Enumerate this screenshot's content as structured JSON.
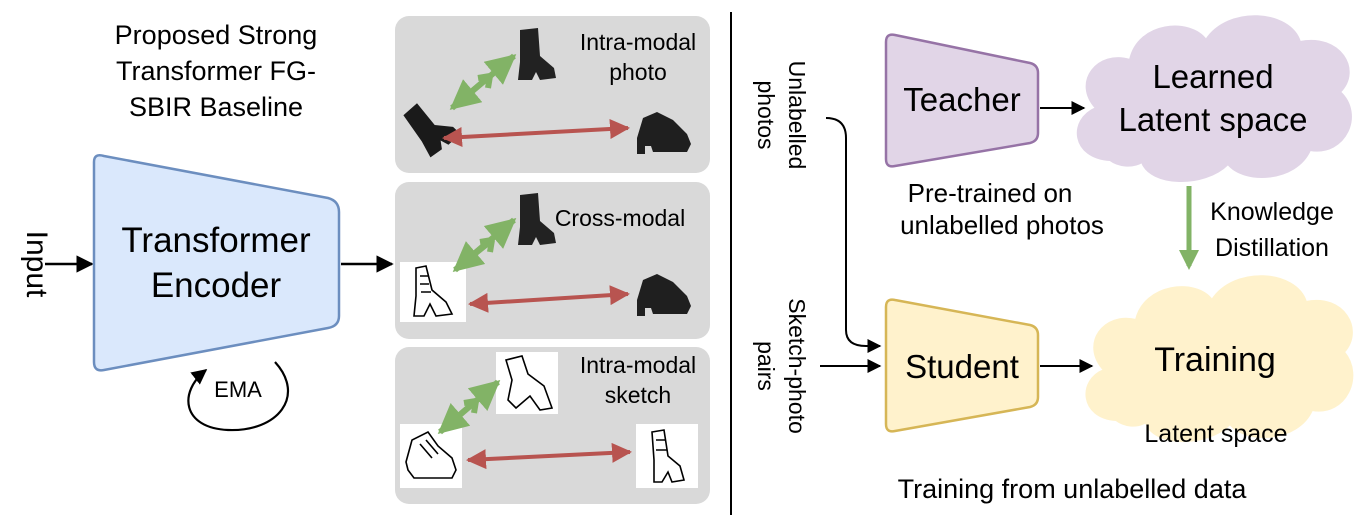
{
  "left": {
    "title_lines": [
      "Proposed Strong",
      "Transformer FG-",
      "SBIR Baseline"
    ],
    "input_label": "Input",
    "encoder_lines": [
      "Transformer",
      "Encoder"
    ],
    "ema_label": "EMA",
    "panels": [
      {
        "label_lines": [
          "Intra-modal",
          "photo"
        ]
      },
      {
        "label_lines": [
          "Cross-modal"
        ]
      },
      {
        "label_lines": [
          "Intra-modal",
          "sketch"
        ]
      }
    ]
  },
  "right": {
    "unlabelled_lines": [
      "Unlabelled",
      "photos"
    ],
    "pairs_lines": [
      "Sketch-photo",
      "pairs"
    ],
    "teacher_label": "Teacher",
    "teacher_caption_lines": [
      "Pre-trained on",
      "unlabelled photos"
    ],
    "learned_lines": [
      "Learned",
      "Latent space"
    ],
    "kd_lines": [
      "Knowledge",
      "Distillation"
    ],
    "student_label": "Student",
    "training_label": "Training",
    "latent_label": "Latent space",
    "bottom_caption": "Training from unlabelled data"
  },
  "colors": {
    "encoder_fill": "#dae8fc",
    "encoder_stroke": "#6c8ebf",
    "teacher_fill": "#e1d5e7",
    "teacher_stroke": "#9673a6",
    "student_fill": "#fff2cc",
    "student_stroke": "#d6b656",
    "cloud_purple": "#e1d5e7",
    "cloud_yellow": "#fff2cc",
    "panel_fill": "#d9d9d9",
    "green": "#82b366",
    "red": "#b85450"
  }
}
